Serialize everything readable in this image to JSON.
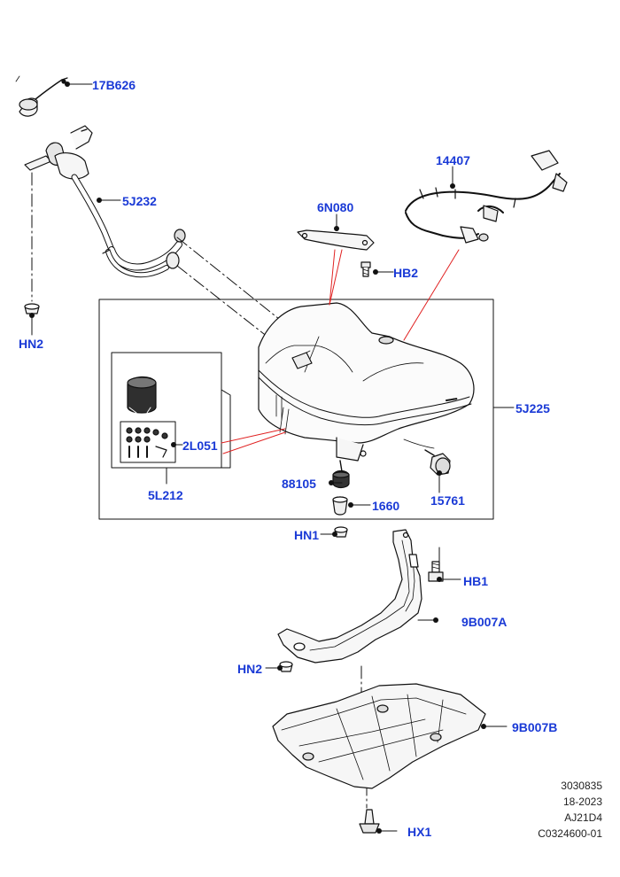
{
  "callouts": {
    "c_17B626": "17B626",
    "c_5J232": "5J232",
    "c_HN2_top": "HN2",
    "c_14407": "14407",
    "c_6N080": "6N080",
    "c_HB2": "HB2",
    "c_5J225": "5J225",
    "c_2L051": "2L051",
    "c_5L212": "5L212",
    "c_88105": "88105",
    "c_1660": "1660",
    "c_15761": "15761",
    "c_HN1": "HN1",
    "c_HB1": "HB1",
    "c_9B007A": "9B007A",
    "c_HN2_bottom": "HN2",
    "c_9B007B": "9B007B",
    "c_HX1": "HX1"
  },
  "reference": {
    "line1": "3030835",
    "line2": "18-2023",
    "line3": "AJ21D4",
    "line4": "C0324600-01"
  },
  "colors": {
    "callout_text": "#1a3ad6",
    "leader_red": "#e02020",
    "line_art": "#111111"
  }
}
